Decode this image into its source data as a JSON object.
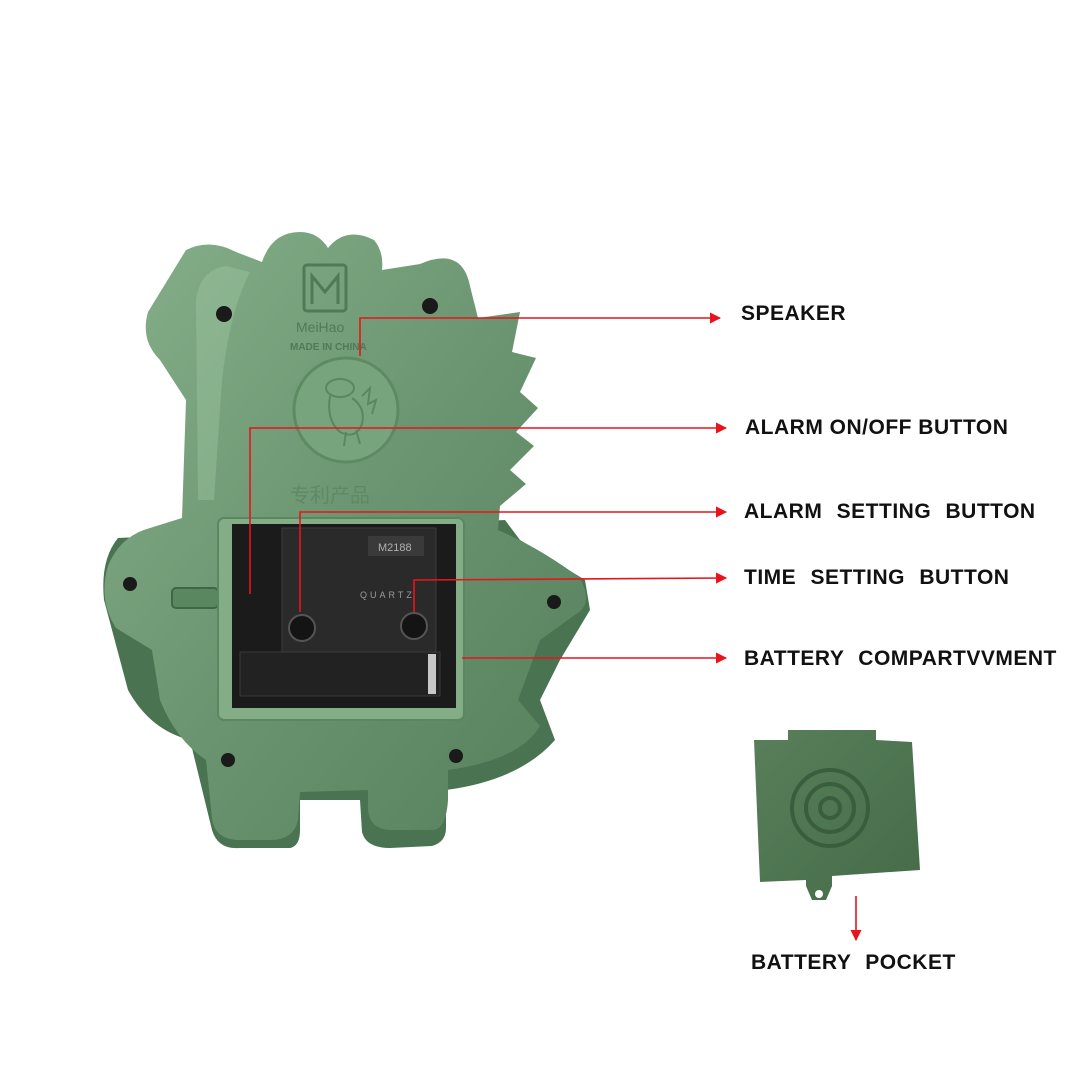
{
  "colors": {
    "body_green": "#6d9a72",
    "body_dark": "#4f7a56",
    "body_light": "#8fb894",
    "cover_green": "#4e7650",
    "pointer": "#e8141c",
    "label_text": "#111111"
  },
  "product": {
    "brand": "MeiHao",
    "origin": "MADE IN CHINA",
    "patent_text": "专利产品",
    "movement_code": "M2188",
    "movement_mark": "QUARTZ"
  },
  "callouts": {
    "speaker": "SPEAKER",
    "alarm_on_off": "ALARM ON/OFF BUTTON",
    "alarm_setting": "ALARM  SETTING  BUTTON",
    "time_setting": "TIME  SETTING  BUTTON",
    "battery_compartment": "BATTERY  COMPARTVVMENT",
    "battery_pocket": "BATTERY  POCKET"
  }
}
